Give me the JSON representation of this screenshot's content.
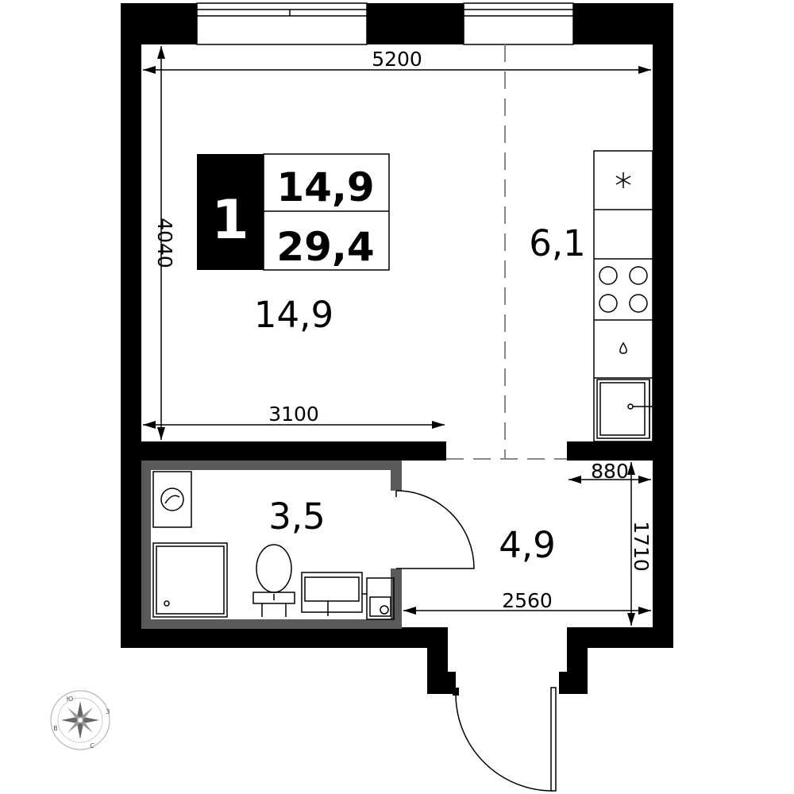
{
  "badge": {
    "rooms": "1",
    "living_area": "14,9",
    "total_area": "29,4"
  },
  "rooms": {
    "living_room": "14,9",
    "kitchen": "6,1",
    "bathroom": "3,5",
    "hallway": "4,9"
  },
  "dimensions": {
    "top_width": "5200",
    "left_height": "4040",
    "living_width": "3100",
    "hall_niche": "880",
    "hall_height": "1710",
    "hall_width": "2560"
  },
  "compass": {
    "north": "С",
    "south": "Ю",
    "east": "В",
    "west": "З"
  },
  "colors": {
    "wall": "#000000",
    "bathroom_wall": "#5a5a5a",
    "dashed": "#888888"
  }
}
